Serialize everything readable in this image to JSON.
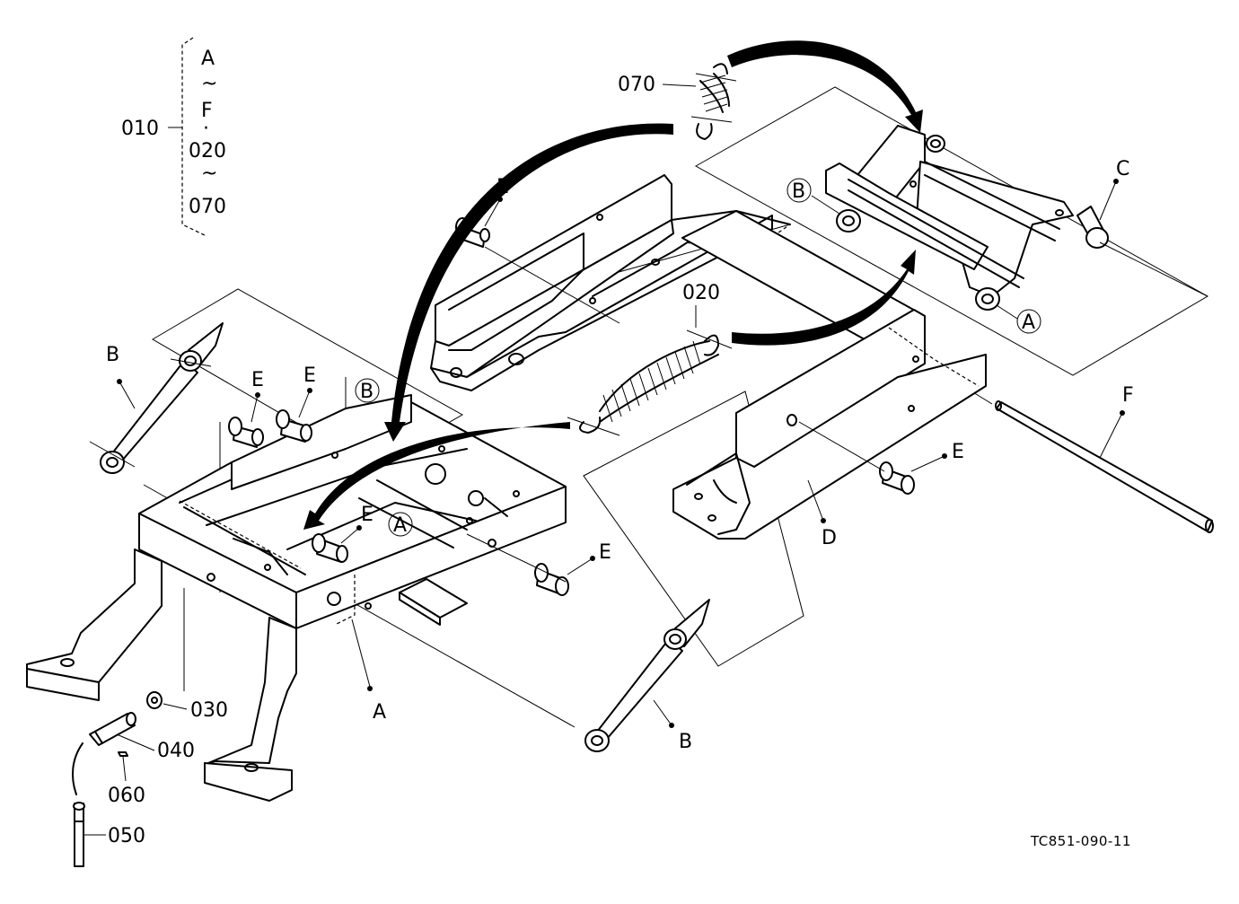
{
  "diagram": {
    "drawing_code": "TC851-090-11",
    "legend": {
      "assembly": "010",
      "range": [
        "A",
        "~",
        "F",
        "·",
        "020",
        "~",
        "070"
      ]
    },
    "part_numbers": [
      "020",
      "030",
      "040",
      "050",
      "060",
      "070"
    ],
    "sub_parts": [
      "A",
      "B",
      "C",
      "D",
      "E",
      "F"
    ]
  }
}
